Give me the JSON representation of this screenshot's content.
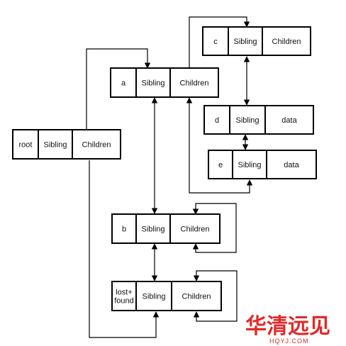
{
  "diagram": {
    "nodes": [
      {
        "id": "root",
        "fields": [
          "root",
          "Sibling",
          "Children"
        ]
      },
      {
        "id": "a",
        "fields": [
          "a",
          "Sibling",
          "Children"
        ]
      },
      {
        "id": "b",
        "fields": [
          "b",
          "Sibling",
          "Children"
        ]
      },
      {
        "id": "lost_found",
        "fields": [
          "lost+\nfound",
          "Sibling",
          "Children"
        ]
      },
      {
        "id": "c",
        "fields": [
          "c",
          "Sibling",
          "Children"
        ]
      },
      {
        "id": "d",
        "fields": [
          "d",
          "Sibling",
          "data"
        ]
      },
      {
        "id": "e",
        "fields": [
          "e",
          "Sibling",
          "data"
        ]
      }
    ],
    "links": [
      {
        "from": "root.Children",
        "to": "a"
      },
      {
        "from": "root.Children",
        "to": "lost_found.Sibling"
      },
      {
        "from": "a.Sibling",
        "to": "b.Sibling",
        "bidirectional": true
      },
      {
        "from": "a.Children",
        "to": "c"
      },
      {
        "from": "a.Children",
        "to": "e.Sibling"
      },
      {
        "from": "b.Sibling",
        "to": "lost_found.Sibling",
        "bidirectional": true
      },
      {
        "from": "b.Children",
        "to": "b.Children",
        "self_loop": true
      },
      {
        "from": "lost_found.Children",
        "to": "lost_found.Children",
        "self_loop": true
      },
      {
        "from": "c.Sibling",
        "to": "d.Sibling",
        "bidirectional": true
      },
      {
        "from": "d.Sibling",
        "to": "e.Sibling",
        "bidirectional": true
      }
    ]
  },
  "watermark": {
    "main": "华清远见",
    "sub": "HQYJ.COM"
  }
}
